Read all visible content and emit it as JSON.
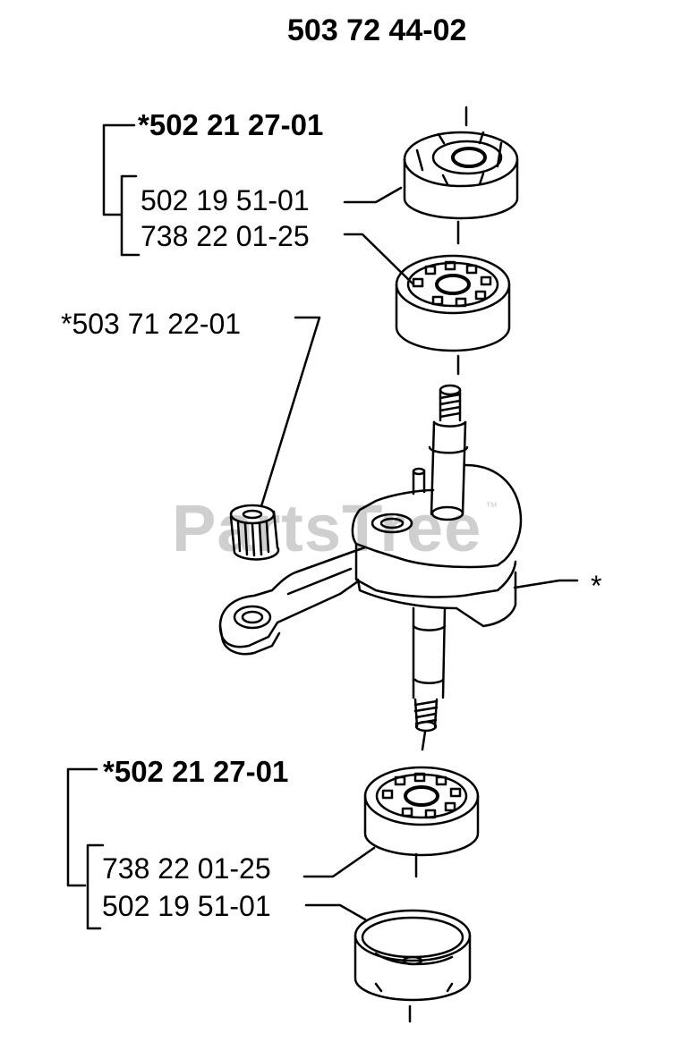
{
  "title": "503 72 44-02",
  "watermark": "PartsTree",
  "watermark_tm": "™",
  "labels": {
    "top_group": "*502 21 27-01",
    "top_seal": "502 19 51-01",
    "top_bearing": "738 22 01-25",
    "needle_bearing": "*503 71 22-01",
    "crankshaft_asterisk": "*",
    "bottom_group": "*502 21 27-01",
    "bottom_bearing": "738 22 01-25",
    "bottom_seal": "502 19 51-01"
  }
}
